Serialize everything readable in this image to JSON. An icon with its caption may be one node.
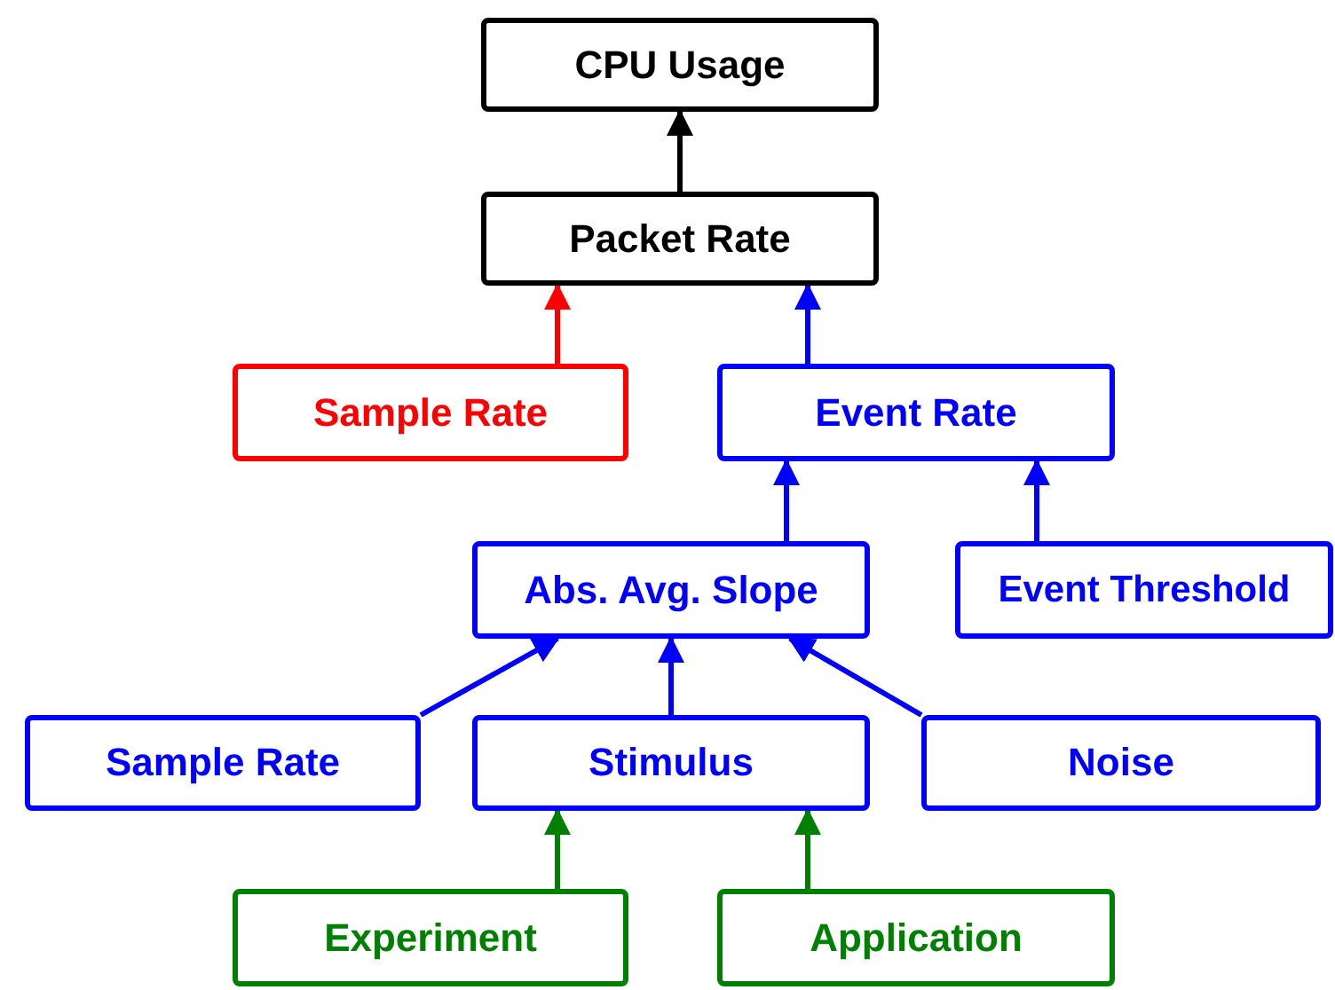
{
  "diagram": {
    "nodes": [
      {
        "text": [
          "CPU Usage"
        ]
      },
      {
        "text": [
          "Packet Rate"
        ]
      },
      {
        "text": [
          "Sample Rate"
        ]
      },
      {
        "text": [
          "Event Rate"
        ]
      },
      {
        "text": [
          "Abs. Avg. Slope"
        ]
      },
      {
        "text": [
          "Event Threshold"
        ]
      },
      {
        "text": [
          "Sample Rate"
        ]
      },
      {
        "text": [
          "Stimulus"
        ]
      },
      {
        "text": [
          "Noise"
        ]
      },
      {
        "text": [
          "Experiment"
        ]
      },
      {
        "text": [
          "Application"
        ]
      }
    ],
    "edges": [
      {
        "from": 1,
        "to": 0,
        "arrow": "to",
        "color": "#000000"
      },
      {
        "from": 2,
        "to": 1,
        "arrow": "to",
        "color": "#ff0000"
      },
      {
        "from": 3,
        "to": 1,
        "arrow": "to"
      },
      {
        "from": 4,
        "to": 3,
        "arrow": "to"
      },
      {
        "from": 5,
        "to": 3,
        "arrow": "to"
      },
      {
        "from": 6,
        "to": 4,
        "arrow": "to"
      },
      {
        "from": 7,
        "to": 4,
        "arrow": "to"
      },
      {
        "from": 8,
        "to": 4,
        "arrow": "to"
      },
      {
        "from": 9,
        "to": 7,
        "arrow": "to",
        "color": "#008000"
      },
      {
        "from": 10,
        "to": 7,
        "arrow": "to",
        "color": "#008000"
      }
    ]
  }
}
